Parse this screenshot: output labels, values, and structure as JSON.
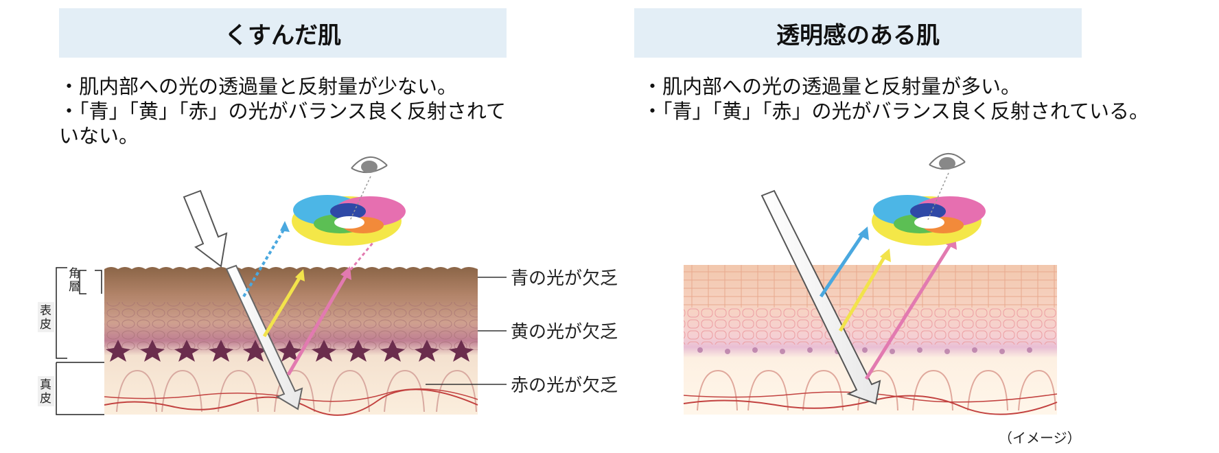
{
  "left_panel": {
    "title": "くすんだ肌",
    "bullets": [
      "・肌内部への光の透過量と反射量が少ない。",
      "・「青」「黄」「赤」の光がバランス良く反射されていない。"
    ],
    "layer_labels": {
      "stratum_corneum": "角\n層",
      "epidermis": "表\n皮",
      "dermis": "真\n皮"
    },
    "callouts": [
      "青の光が欠乏",
      "黄の光が欠乏",
      "赤の光が欠乏"
    ]
  },
  "right_panel": {
    "title": "透明感のある肌",
    "bullets": [
      "・肌内部への光の透過量と反射量が多い。",
      "・「青」「黄」「赤」の光がバランス良く反射されている。"
    ]
  },
  "caption": "（イメージ）",
  "colors": {
    "header_bg": "#e3eef6",
    "blue_light": "#4aa8df",
    "yellow_light": "#f2e34b",
    "red_light": "#e27ab0",
    "dull_skin_top": "#9a7254",
    "clear_skin_top": "#f1c9b0"
  },
  "icons": [
    "eye-icon",
    "color-wheel-icon",
    "light-arrow-icon"
  ]
}
